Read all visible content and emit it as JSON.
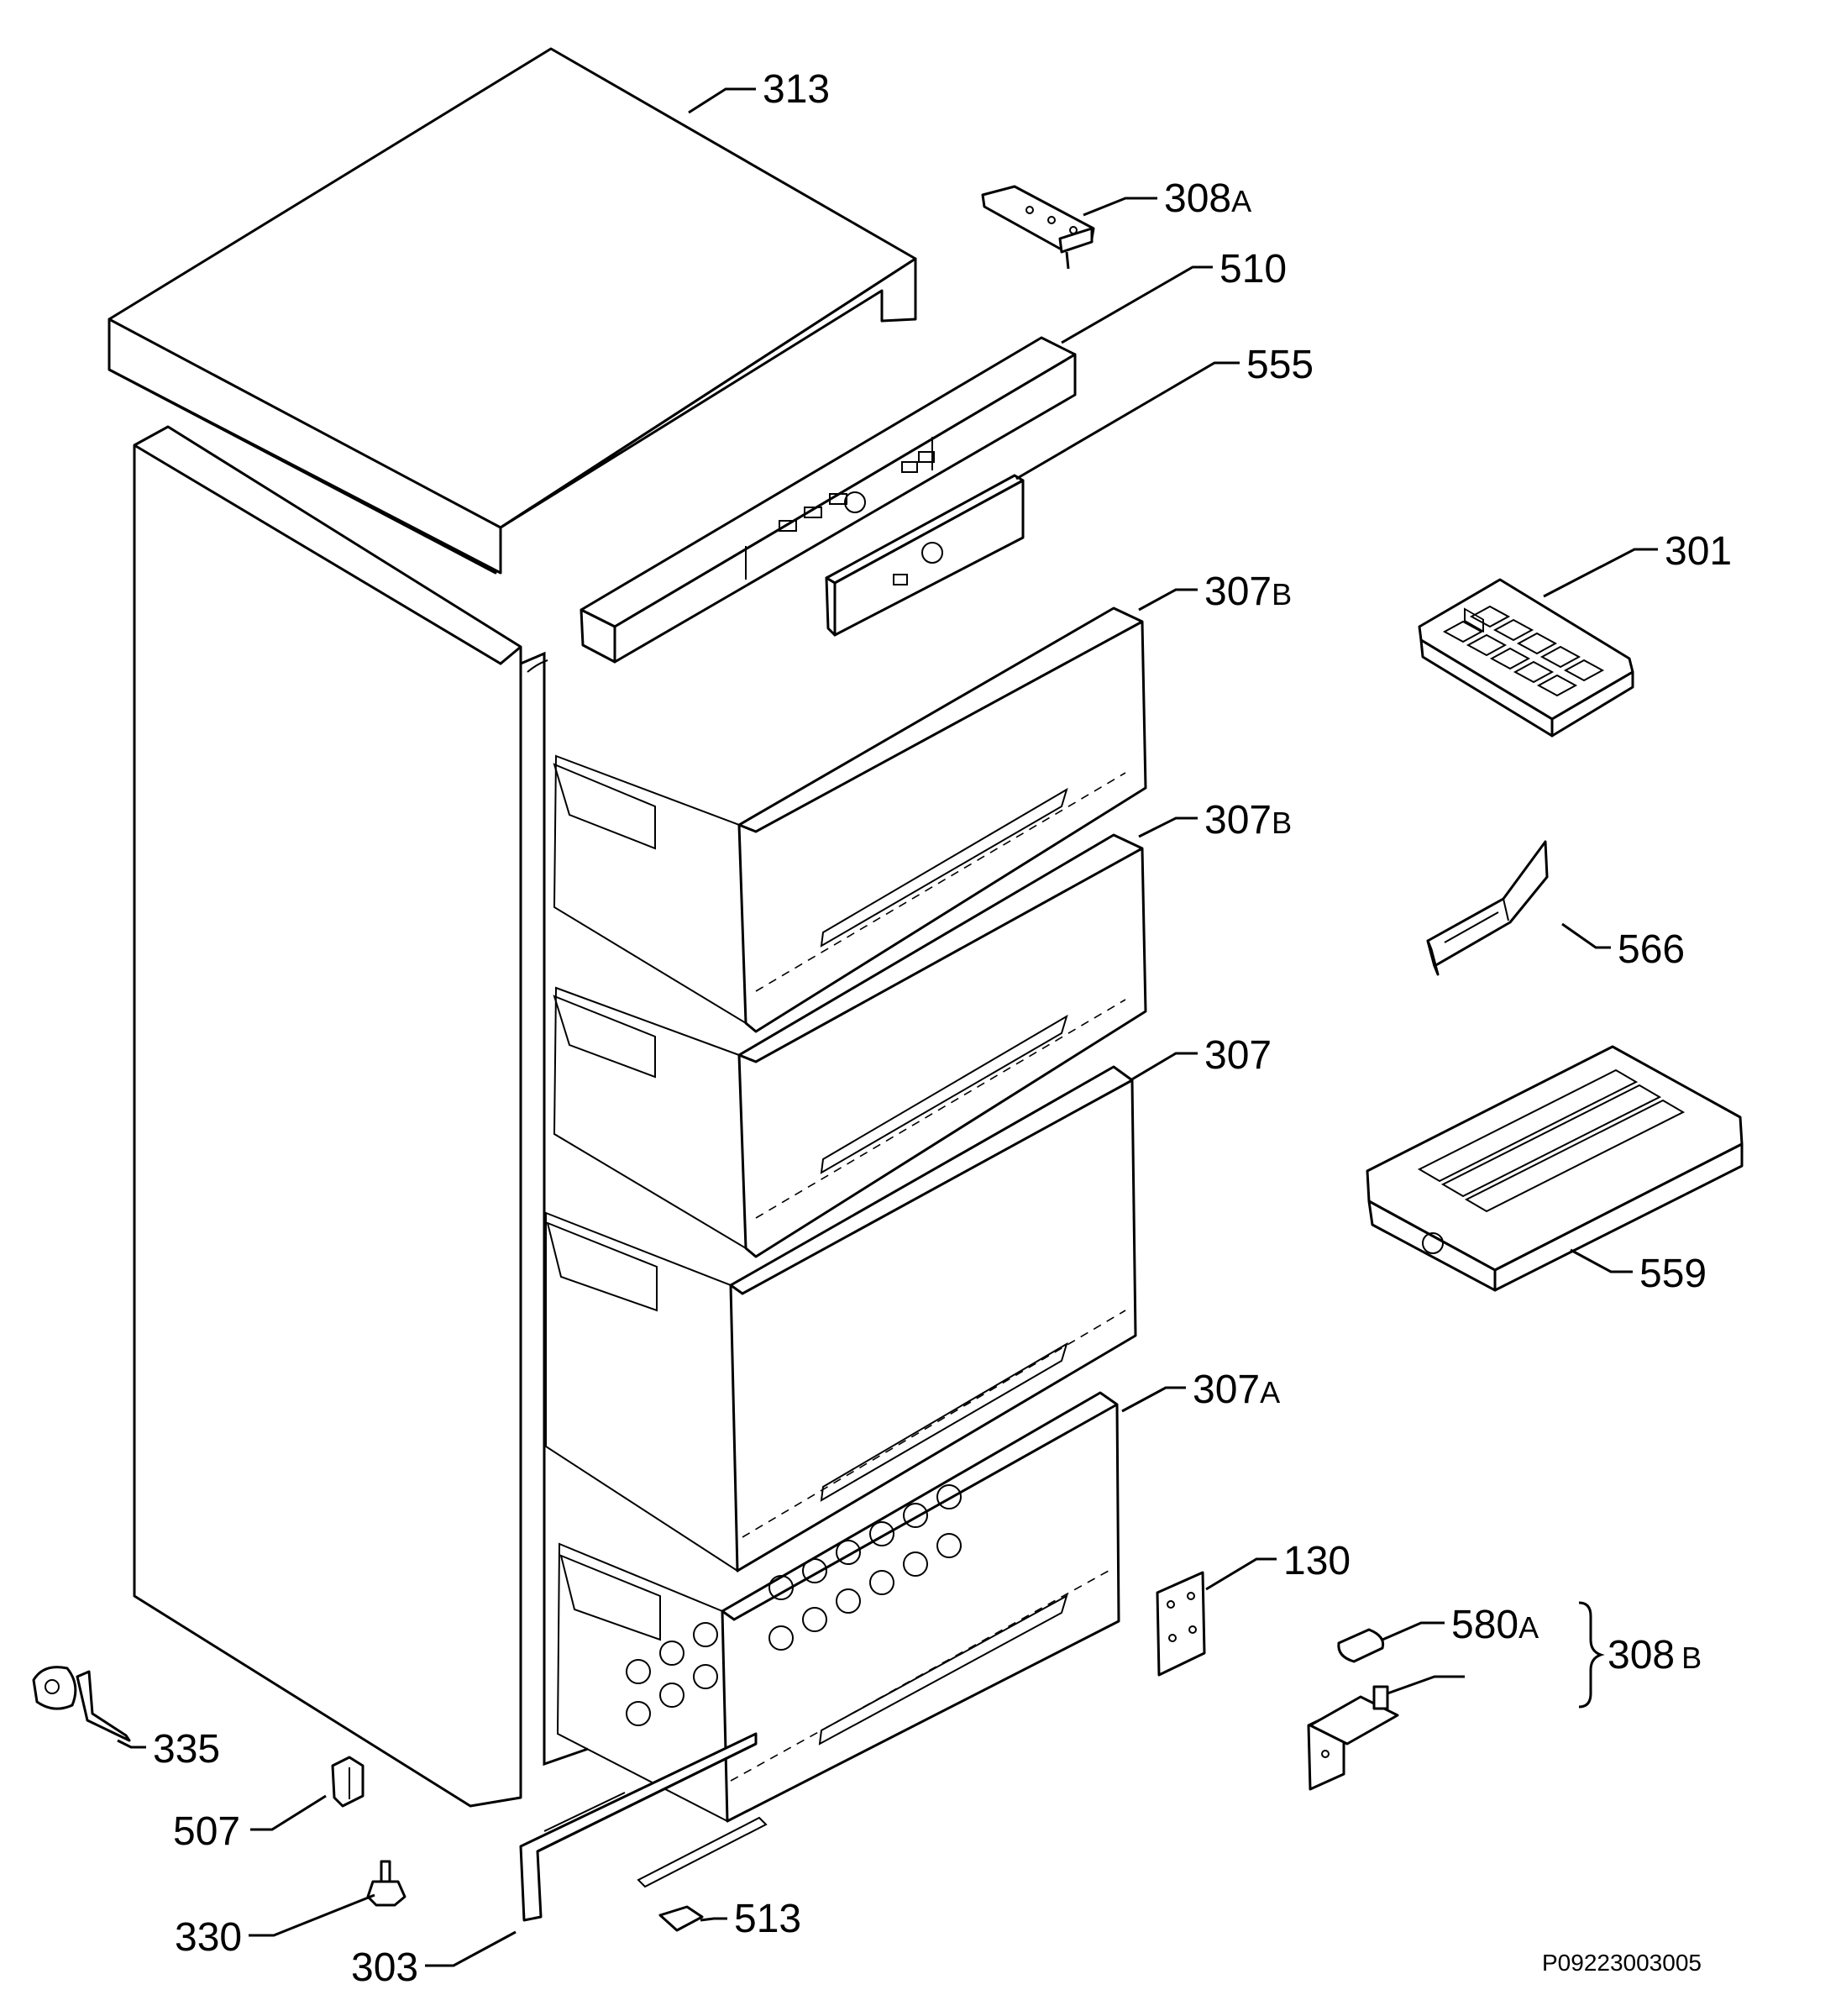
{
  "parts": {
    "p313": {
      "label": "313"
    },
    "p308a": {
      "label": "308",
      "suffix": "A"
    },
    "p510": {
      "label": "510"
    },
    "p555": {
      "label": "555"
    },
    "p301": {
      "label": "301"
    },
    "p307b1": {
      "label": "307",
      "suffix": "B"
    },
    "p307b2": {
      "label": "307",
      "suffix": "B"
    },
    "p566": {
      "label": "566"
    },
    "p307": {
      "label": "307"
    },
    "p559": {
      "label": "559"
    },
    "p307a": {
      "label": "307",
      "suffix": "A"
    },
    "p130": {
      "label": "130"
    },
    "p580a": {
      "label": "580",
      "suffix": "A"
    },
    "p308b": {
      "label": "308",
      "suffix": "B"
    },
    "p335": {
      "label": "335"
    },
    "p507": {
      "label": "507"
    },
    "p330": {
      "label": "330"
    },
    "p513": {
      "label": "513"
    },
    "p303": {
      "label": "303"
    }
  },
  "doc_code": "P09223003005"
}
